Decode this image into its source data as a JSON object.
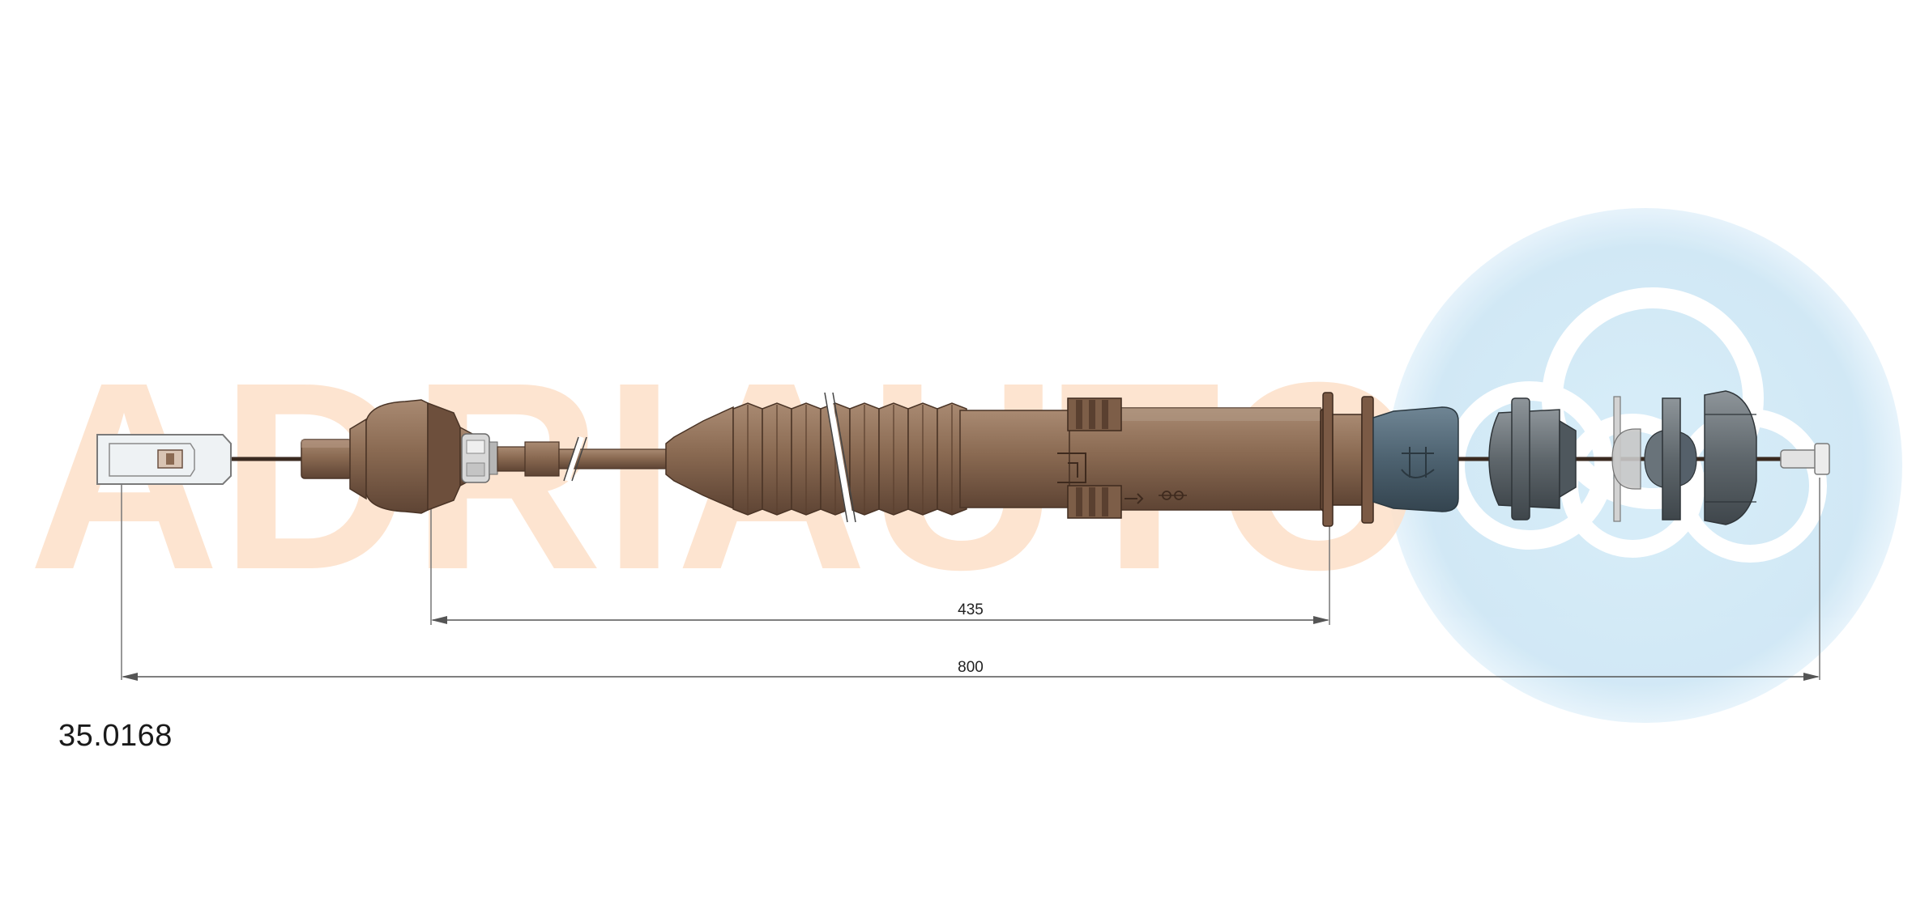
{
  "part_number": "35.0168",
  "watermark_text": "ADRIAUTO",
  "dimensions": {
    "inner": {
      "label": "435"
    },
    "overall": {
      "label": "800"
    }
  },
  "colors": {
    "cable_brown": "#8b6a52",
    "cable_dark": "#5a4030",
    "watermark_orange": "#fde2cc",
    "watermark_blue": "#cfe8f6",
    "line": "#555555"
  }
}
